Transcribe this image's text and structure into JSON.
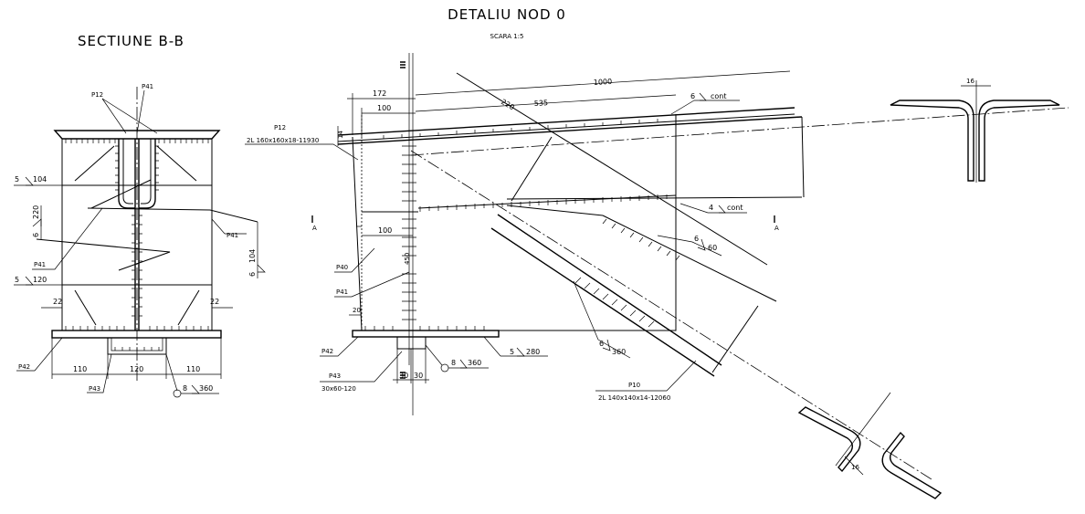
{
  "titles": {
    "main": "DETALIU NOD 0",
    "scale": "SCARA 1:5",
    "section": "SECTIUNE B-B"
  },
  "section": {
    "labels": {
      "p12": "P12",
      "p41_top": "P41",
      "p41_mid": "P41",
      "p41_left": "P41",
      "p42": "P42",
      "p43": "P43"
    },
    "welds": {
      "w1": {
        "size": "5",
        "len": "104"
      },
      "w2": {
        "size": "6",
        "len": "220"
      },
      "w3": {
        "size": "5",
        "len": "120"
      },
      "w4": {
        "size": "6",
        "len": "104"
      },
      "w5": {
        "size": "8",
        "len": "360"
      }
    },
    "dims": {
      "d22a": "22",
      "d22b": "22",
      "d110a": "110",
      "d120": "120",
      "d110b": "110"
    }
  },
  "detail": {
    "dims": {
      "d172": "172",
      "d100top": "100",
      "d535": "535",
      "d1000": "1000",
      "d220": "220",
      "d100mid": "100",
      "d14": "14",
      "d20": "20",
      "d30a": "30",
      "d30b": "30",
      "d450": "450"
    },
    "labels": {
      "p12": "P12",
      "p12_profile": "2L 160x160x18-11930",
      "p40": "P40",
      "p41": "P41",
      "p42": "P42",
      "p43": "P43",
      "p43_size": "30x60-120",
      "p10": "P10",
      "p10_profile": "2L 140x140x14-12060",
      "section_a1": "A",
      "section_a2": "A"
    },
    "welds": {
      "top": {
        "size": "6",
        "text": "cont"
      },
      "mid": {
        "size": "4",
        "text": "cont"
      },
      "diag1": {
        "size": "6",
        "len": "60"
      },
      "diag2": {
        "size": "6",
        "len": "360"
      },
      "base": {
        "size": "5",
        "len": "280"
      },
      "plate": {
        "size": "8",
        "len": "360"
      }
    }
  },
  "profiles": {
    "right_dim": "16",
    "bottom_dim": "16"
  }
}
